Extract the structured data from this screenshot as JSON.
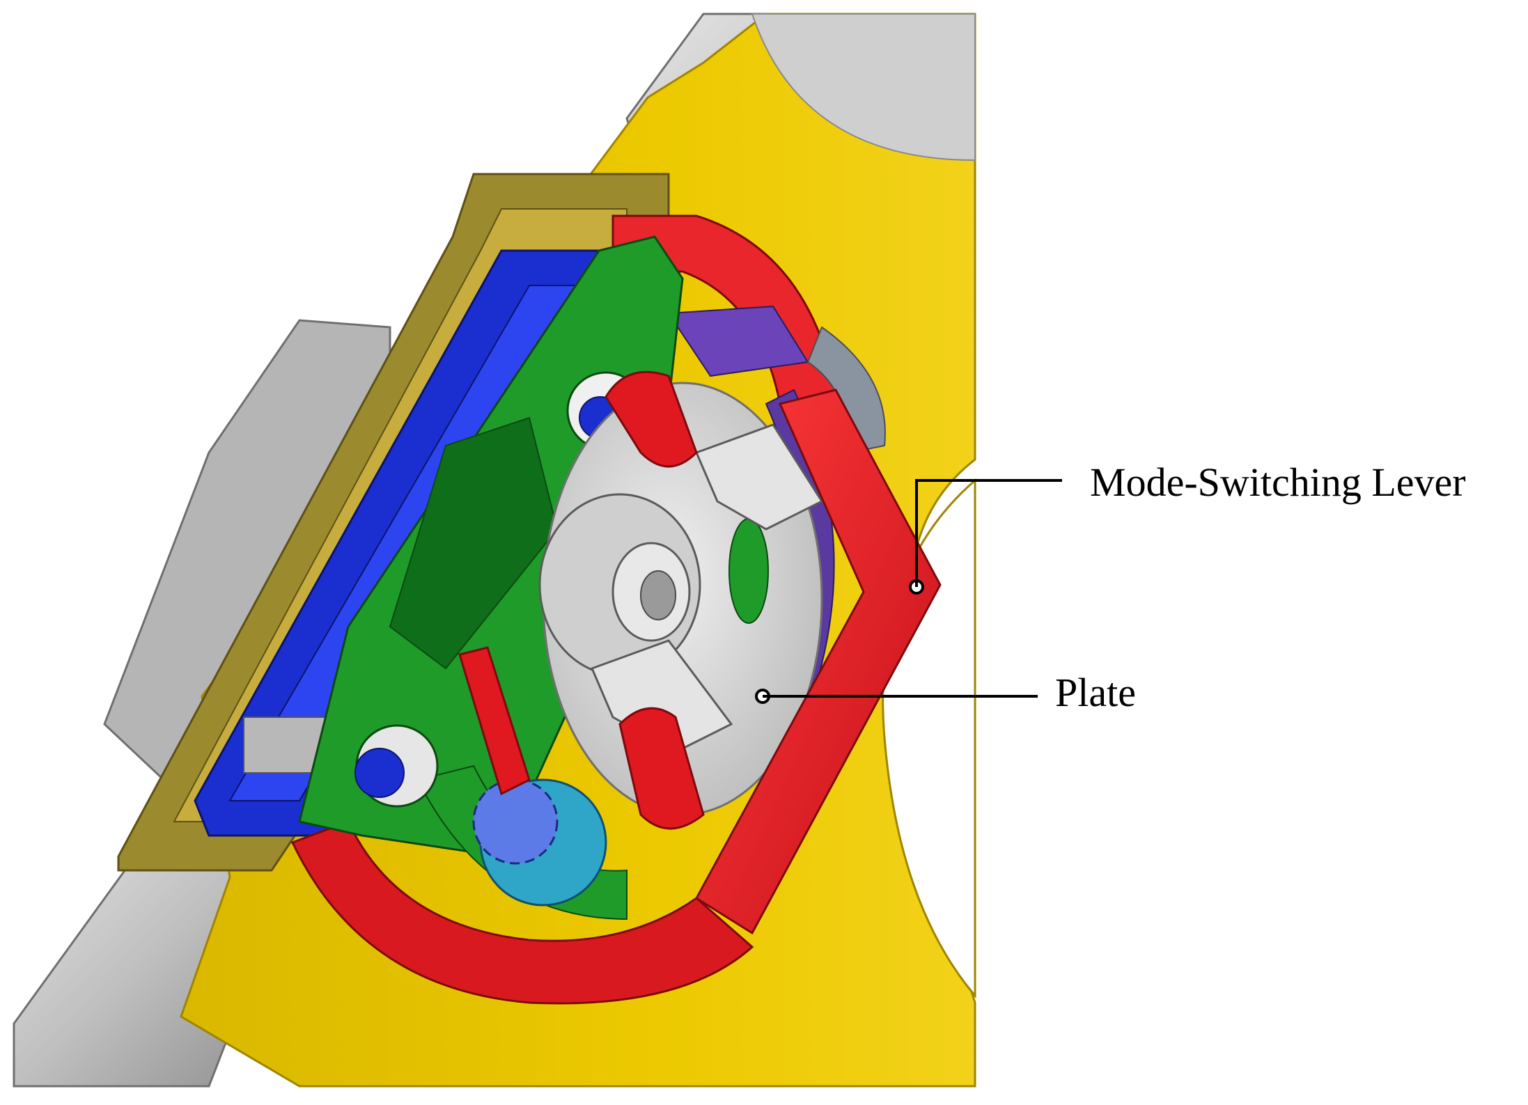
{
  "figure": {
    "callouts": [
      {
        "id": "mode-switching-lever",
        "label": "Mode-Switching Lever"
      },
      {
        "id": "plate",
        "label": "Plate"
      }
    ]
  },
  "colors": {
    "background": "#ffffff",
    "housing_yellow": "#e6c400",
    "housing_yellow_dark": "#b89a00",
    "frame_olive": "#8a7a2a",
    "metal_gray": "#c9c9c9",
    "metal_gray_dark": "#8c8c8c",
    "carrier_blue": "#1b2fd0",
    "gear_green": "#1f9b2a",
    "gear_green_dark": "#0f6e19",
    "lever_red": "#e0181f",
    "lever_red_dark": "#9e0c12",
    "purple": "#5a3aa0",
    "plate_silver": "#d9d9d9",
    "callout_line": "#000000"
  }
}
